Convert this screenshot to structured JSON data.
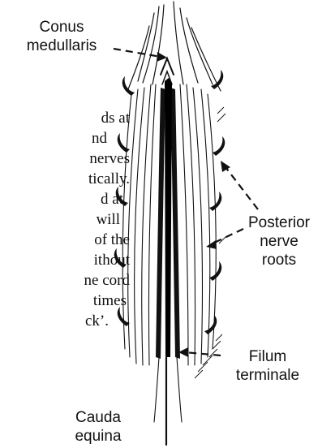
{
  "labels": {
    "conus_line1": "Conus",
    "conus_line2": "medullaris",
    "posterior_line1": "Posterior",
    "posterior_line2": "nerve",
    "posterior_line3": "roots",
    "filum_line1": "Filum",
    "filum_line2": "terminale",
    "cauda_line1": "Cauda",
    "cauda_line2": "equina"
  },
  "text_fragments": [
    "ds at",
    "nd",
    "nerves",
    "tically.",
    "d at",
    "will",
    "of the",
    "ithout",
    "ne cord",
    "times",
    "ck’."
  ]
}
